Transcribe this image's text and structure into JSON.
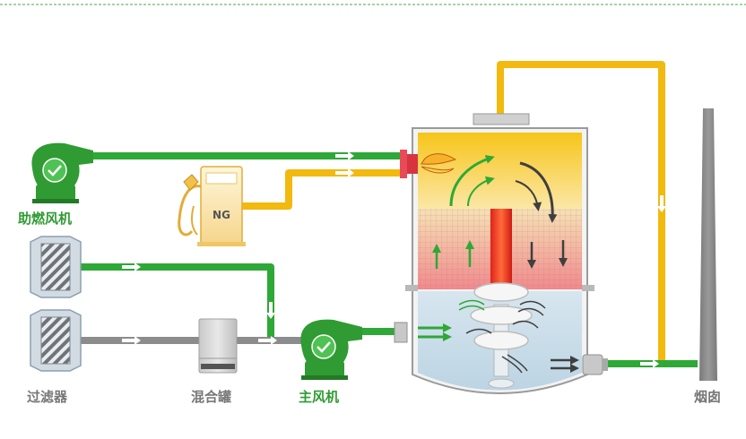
{
  "diagram": {
    "labels": {
      "combustion_fan": "助燃风机",
      "filter": "过滤器",
      "mixing_tank": "混合罐",
      "main_fan": "主风机",
      "chimney": "烟囱",
      "gas_pump": "NG"
    },
    "colors": {
      "green_pipe": "#2ea836",
      "gray_pipe": "#8c8c8c",
      "yellow_pipe": "#f2b90e",
      "fan_green": "#2f9b32",
      "chimney": "#8a8a8a",
      "label_green": "#2f9b32",
      "label_gray": "#777777"
    }
  }
}
